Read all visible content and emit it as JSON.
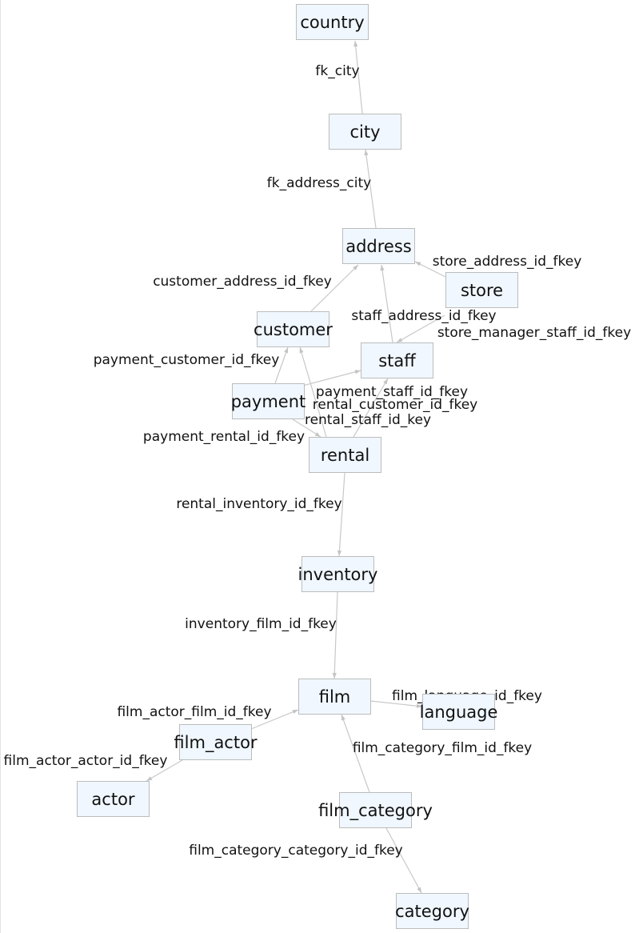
{
  "nodes": [
    {
      "id": "country",
      "label": "country"
    },
    {
      "id": "city",
      "label": "city"
    },
    {
      "id": "address",
      "label": "address"
    },
    {
      "id": "store",
      "label": "store"
    },
    {
      "id": "customer",
      "label": "customer"
    },
    {
      "id": "staff",
      "label": "staff"
    },
    {
      "id": "payment",
      "label": "payment"
    },
    {
      "id": "rental",
      "label": "rental"
    },
    {
      "id": "inventory",
      "label": "inventory"
    },
    {
      "id": "film",
      "label": "film"
    },
    {
      "id": "language",
      "label": "language"
    },
    {
      "id": "film_actor",
      "label": "film_actor"
    },
    {
      "id": "actor",
      "label": "actor"
    },
    {
      "id": "film_category",
      "label": "film_category"
    },
    {
      "id": "category",
      "label": "category"
    }
  ],
  "edges": [
    {
      "id": "fk_city",
      "from": "city",
      "to": "country",
      "label": "fk_city"
    },
    {
      "id": "fk_address_city",
      "from": "address",
      "to": "city",
      "label": "fk_address_city"
    },
    {
      "id": "store_address_id_fkey",
      "from": "store",
      "to": "address",
      "label": "store_address_id_fkey"
    },
    {
      "id": "customer_address_id_fkey",
      "from": "customer",
      "to": "address",
      "label": "customer_address_id_fkey"
    },
    {
      "id": "staff_address_id_fkey",
      "from": "staff",
      "to": "address",
      "label": "staff_address_id_fkey"
    },
    {
      "id": "store_manager_staff_id_fkey",
      "from": "store",
      "to": "staff",
      "label": "store_manager_staff_id_fkey"
    },
    {
      "id": "payment_customer_id_fkey",
      "from": "payment",
      "to": "customer",
      "label": "payment_customer_id_fkey"
    },
    {
      "id": "payment_staff_id_fkey",
      "from": "payment",
      "to": "staff",
      "label": "payment_staff_id_fkey"
    },
    {
      "id": "rental_customer_id_fkey",
      "from": "rental",
      "to": "customer",
      "label": "rental_customer_id_fkey"
    },
    {
      "id": "rental_staff_id_key",
      "from": "rental",
      "to": "staff",
      "label": "rental_staff_id_key"
    },
    {
      "id": "payment_rental_id_fkey",
      "from": "payment",
      "to": "rental",
      "label": "payment_rental_id_fkey"
    },
    {
      "id": "rental_inventory_id_fkey",
      "from": "rental",
      "to": "inventory",
      "label": "rental_inventory_id_fkey"
    },
    {
      "id": "inventory_film_id_fkey",
      "from": "inventory",
      "to": "film",
      "label": "inventory_film_id_fkey"
    },
    {
      "id": "film_language_id_fkey",
      "from": "film",
      "to": "language",
      "label": "film_language_id_fkey"
    },
    {
      "id": "film_actor_film_id_fkey",
      "from": "film_actor",
      "to": "film",
      "label": "film_actor_film_id_fkey"
    },
    {
      "id": "film_actor_actor_id_fkey",
      "from": "film_actor",
      "to": "actor",
      "label": "film_actor_actor_id_fkey"
    },
    {
      "id": "film_category_film_id_fkey",
      "from": "film_category",
      "to": "film",
      "label": "film_category_film_id_fkey"
    },
    {
      "id": "film_category_category_id_fkey",
      "from": "film_category",
      "to": "category",
      "label": "film_category_category_id_fkey"
    }
  ]
}
